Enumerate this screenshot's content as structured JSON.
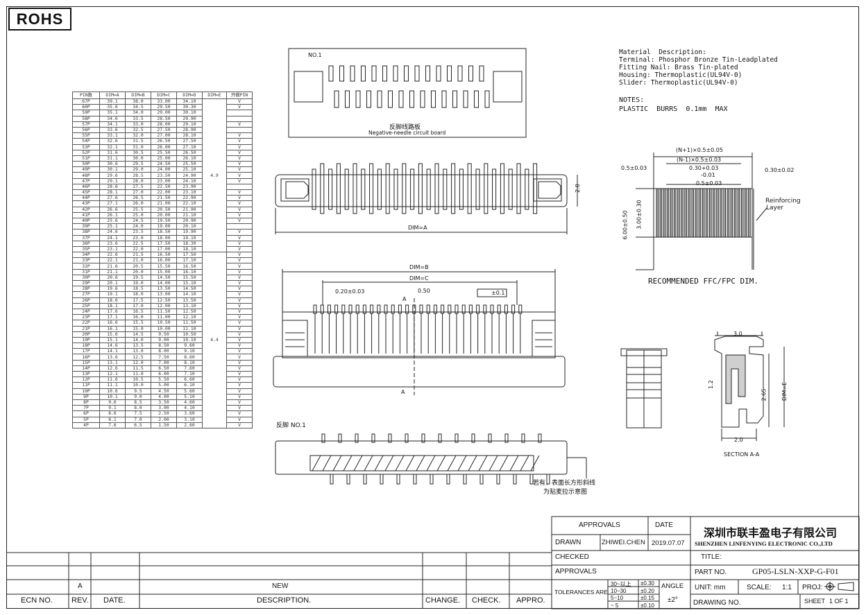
{
  "rohs_label": "ROHS",
  "dim_table": {
    "headers": [
      "PIN数",
      "DIM=A",
      "DIM=B",
      "DIM=C",
      "DIM=D",
      "DIM=E",
      "开模PIN"
    ],
    "dim_e_groups": [
      "4.9",
      "4.4"
    ],
    "rows": [
      [
        "67P",
        "39.1",
        "38.0",
        "33.00",
        "34.10",
        "V"
      ],
      [
        "60P",
        "35.6",
        "34.5",
        "29.50",
        "30.30",
        "V"
      ],
      [
        "59P",
        "35.1",
        "34.0",
        "29.00",
        "30.10",
        ""
      ],
      [
        "58P",
        "34.6",
        "33.5",
        "28.50",
        "29.90",
        ""
      ],
      [
        "57P",
        "34.1",
        "33.0",
        "28.00",
        "29.10",
        "V"
      ],
      [
        "56P",
        "33.6",
        "32.5",
        "27.50",
        "28.90",
        ""
      ],
      [
        "55P",
        "33.1",
        "32.0",
        "27.00",
        "28.10",
        "V"
      ],
      [
        "54P",
        "32.6",
        "31.5",
        "26.50",
        "27.50",
        "V"
      ],
      [
        "53P",
        "32.1",
        "31.0",
        "26.00",
        "27.10",
        "V"
      ],
      [
        "52P",
        "31.6",
        "30.5",
        "25.50",
        "26.50",
        "V"
      ],
      [
        "51P",
        "31.1",
        "30.0",
        "25.00",
        "26.10",
        "V"
      ],
      [
        "50P",
        "30.6",
        "29.5",
        "24.50",
        "25.50",
        "V"
      ],
      [
        "49P",
        "30.1",
        "29.0",
        "24.00",
        "25.10",
        "V"
      ],
      [
        "48P",
        "29.6",
        "28.5",
        "23.50",
        "24.90",
        "V"
      ],
      [
        "47P",
        "29.1",
        "28.0",
        "23.00",
        "24.10",
        "V"
      ],
      [
        "46P",
        "28.6",
        "27.5",
        "22.50",
        "23.90",
        ""
      ],
      [
        "45P",
        "28.1",
        "27.0",
        "22.00",
        "23.10",
        "V"
      ],
      [
        "44P",
        "27.6",
        "26.5",
        "21.50",
        "22.90",
        "V"
      ],
      [
        "43P",
        "27.1",
        "26.0",
        "21.00",
        "22.10",
        "V"
      ],
      [
        "42P",
        "26.6",
        "25.5",
        "20.50",
        "21.90",
        "V"
      ],
      [
        "41P",
        "26.1",
        "25.0",
        "20.00",
        "21.10",
        "V"
      ],
      [
        "40P",
        "25.6",
        "24.5",
        "19.50",
        "20.90",
        "V"
      ],
      [
        "39P",
        "25.1",
        "24.0",
        "19.00",
        "20.10",
        ""
      ],
      [
        "38P",
        "24.6",
        "23.5",
        "18.50",
        "19.90",
        "V"
      ],
      [
        "37P",
        "24.1",
        "23.0",
        "18.00",
        "19.10",
        "V"
      ],
      [
        "36P",
        "23.6",
        "22.5",
        "17.50",
        "18.30",
        "V"
      ],
      [
        "35P",
        "23.1",
        "22.0",
        "17.00",
        "18.10",
        "V"
      ],
      [
        "34P",
        "22.6",
        "21.5",
        "16.50",
        "17.50",
        "V"
      ],
      [
        "33P",
        "22.1",
        "21.0",
        "16.00",
        "17.10",
        "V"
      ],
      [
        "32P",
        "21.6",
        "20.5",
        "15.50",
        "16.50",
        "V"
      ],
      [
        "31P",
        "21.1",
        "20.0",
        "15.00",
        "16.10",
        "V"
      ],
      [
        "30P",
        "20.6",
        "19.5",
        "14.50",
        "15.50",
        "V"
      ],
      [
        "29P",
        "20.1",
        "19.0",
        "14.00",
        "15.10",
        "V"
      ],
      [
        "28P",
        "19.6",
        "18.5",
        "13.50",
        "14.50",
        "V"
      ],
      [
        "27P",
        "19.1",
        "18.0",
        "13.00",
        "14.10",
        "V"
      ],
      [
        "26P",
        "18.6",
        "17.5",
        "12.50",
        "13.50",
        "V"
      ],
      [
        "25P",
        "18.1",
        "17.0",
        "12.00",
        "13.10",
        "V"
      ],
      [
        "24P",
        "17.6",
        "16.5",
        "11.50",
        "12.50",
        "V"
      ],
      [
        "23P",
        "17.1",
        "16.0",
        "11.00",
        "12.10",
        "V"
      ],
      [
        "22P",
        "16.6",
        "15.5",
        "10.50",
        "11.50",
        "V"
      ],
      [
        "21P",
        "16.1",
        "15.0",
        "10.00",
        "11.10",
        "V"
      ],
      [
        "20P",
        "15.6",
        "14.5",
        "9.50",
        "10.50",
        "V"
      ],
      [
        "19P",
        "15.1",
        "14.0",
        "9.00",
        "10.10",
        "V"
      ],
      [
        "18P",
        "14.6",
        "13.5",
        "8.50",
        "9.60",
        "V"
      ],
      [
        "17P",
        "14.1",
        "13.0",
        "8.00",
        "9.10",
        "V"
      ],
      [
        "16P",
        "13.6",
        "12.5",
        "7.50",
        "8.60",
        "V"
      ],
      [
        "15P",
        "13.1",
        "12.0",
        "7.00",
        "8.10",
        "V"
      ],
      [
        "14P",
        "12.6",
        "11.5",
        "6.50",
        "7.60",
        "V"
      ],
      [
        "13P",
        "12.1",
        "11.0",
        "6.00",
        "7.10",
        "V"
      ],
      [
        "12P",
        "11.6",
        "10.5",
        "5.50",
        "6.60",
        "V"
      ],
      [
        "11P",
        "11.1",
        "10.0",
        "5.00",
        "6.10",
        "V"
      ],
      [
        "10P",
        "10.6",
        "9.5",
        "4.50",
        "5.60",
        "V"
      ],
      [
        "9P",
        "10.1",
        "9.0",
        "4.00",
        "5.10",
        "V"
      ],
      [
        "8P",
        "9.6",
        "8.5",
        "3.50",
        "4.60",
        "V"
      ],
      [
        "7P",
        "9.1",
        "8.0",
        "3.00",
        "4.10",
        "V"
      ],
      [
        "6P",
        "8.6",
        "7.5",
        "2.50",
        "3.60",
        "V"
      ],
      [
        "5P",
        "8.1",
        "7.0",
        "2.00",
        "3.10",
        "V"
      ],
      [
        "4P",
        "7.6",
        "6.5",
        "1.50",
        "2.60",
        "V"
      ]
    ]
  },
  "material": {
    "title": "Material  Description:",
    "lines": [
      "Terminal: Phosphor Bronze Tin-Leadplated",
      "Fitting Nail: Brass Tin-plated",
      "Housing: Thermoplastic(UL94V-0)",
      "Slider: Thermoplastic(UL94V-0)"
    ]
  },
  "notes": {
    "title": "NOTES:",
    "line": "PLASTIC  BURRS  0.1mm  MAX"
  },
  "drawing_labels": {
    "no1_top": "NO.1",
    "reverse_board_cn": "反脚线路板",
    "reverse_board_en": "Negative-needle circuit board",
    "dim_2_0": "2.0",
    "dim_a": "DIM=A",
    "dim_b": "DIM=B",
    "dim_c": "DIM=C",
    "pitch_020": "0.20±0.03",
    "pitch_050": "0.50",
    "flatness": "±0.1",
    "section_mark_a": "A",
    "reverse_no1": "反脚  NO.1",
    "note_cn_1": "若有，表面长方形斜线",
    "note_cn_2": "为贴麦拉示意图",
    "ffc_n1": "(N+1)×0.5±0.05",
    "ffc_nm1": "(N-1)×0.5±0.03",
    "ffc_030": "0.30+0.03",
    "ffc_001": "-0.01",
    "ffc_05": "0.5±0.03",
    "ffc_left": "0.5±0.03",
    "ffc_right": "0.30±0.02",
    "ffc_h1": "6.00±0.50",
    "ffc_h2": "3.00±0.30",
    "reinforcing_1": "Reinforcing",
    "reinforcing_2": "Layer",
    "ffc_title": "RECOMMENDED  FFC/FPC  DIM.",
    "sec_30": "3.0",
    "sec_12": "1.2",
    "sec_265": "2.65",
    "sec_20": "2.0",
    "sec_dim_e": "DIM=E",
    "section_title": "SECTION   A-A"
  },
  "title_block": {
    "approvals_header": "APPROVALS",
    "date_header": "DATE",
    "drawn_label": "DRAWN",
    "drawn_by": "ZHIWEI.CHEN",
    "drawn_date": "2019.07.07",
    "checked_label": "CHECKED",
    "approvals_label": "APPROVALS",
    "company_cn": "深圳市联丰盈电子有限公司",
    "company_en": "SHENZHEN LINFENYING ELECTRONIC CO.,LTD",
    "title_label": "TITLE:",
    "part_no_label": "PART  NO.",
    "part_no": "GP05-LSLN-XXP-G-F01",
    "tolerances_label": "TOLERANCES  ARE",
    "tol_rows": [
      [
        "30~以上",
        "±0.30"
      ],
      [
        "10~30",
        "±0.20"
      ],
      [
        "5~10",
        "±0.15"
      ],
      [
        "~ 5",
        "±0.10"
      ]
    ],
    "angle_label": "ANGLE",
    "angle_value": "±2°",
    "unit_label": "UNIT:  mm",
    "scale_label": "SCALE:",
    "scale_value": "1:1",
    "proj_label": "PROJ:",
    "drawing_no_label": "DRAWING  NO.",
    "sheet_label": "SHEET",
    "sheet_value": "1  OF  1",
    "rev_entry_rev": "A",
    "rev_entry_desc": "NEW",
    "col_ecn": "ECN  NO.",
    "col_rev": "REV.",
    "col_date": "DATE.",
    "col_desc": "DESCRIPTION.",
    "col_change": "CHANGE.",
    "col_check": "CHECK.",
    "col_appro": "APPRO."
  }
}
